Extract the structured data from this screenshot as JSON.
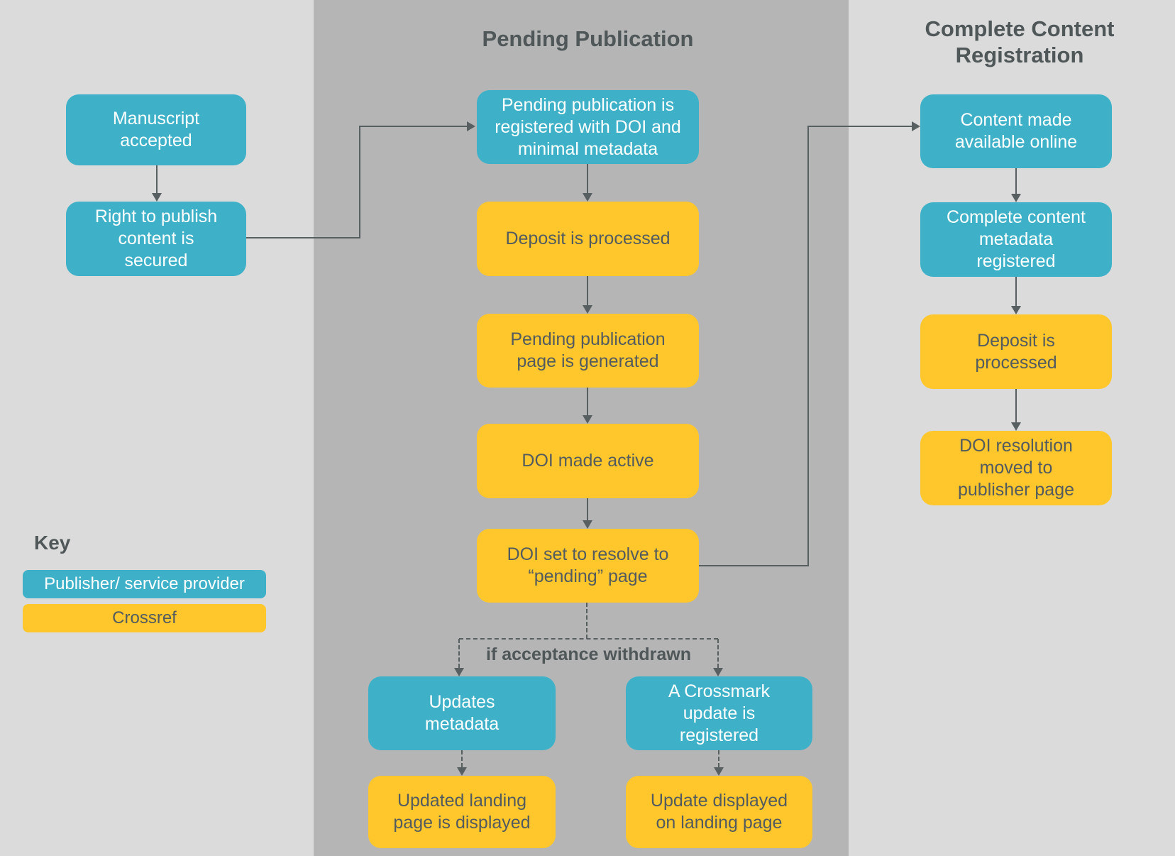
{
  "titles": {
    "pending": "Pending Publication",
    "complete": "Complete Content\nRegistration"
  },
  "condition_label": "if acceptance withdrawn",
  "key": {
    "heading": "Key",
    "publisher_label": "Publisher/ service provider",
    "crossref_label": "Crossref"
  },
  "colors": {
    "publisher_teal": "#3eb1c8",
    "crossref_yellow": "#ffc72c",
    "dark_text": "#535b5e",
    "arrow_gray": "#585f61",
    "outer_background": "#dbdbdb",
    "middle_band_background": "#b5b5b6"
  },
  "nodes": {
    "manuscript_accepted": {
      "text": "Manuscript\naccepted",
      "actor": "publisher"
    },
    "right_to_publish": {
      "text": "Right to publish\ncontent is\nsecured",
      "actor": "publisher"
    },
    "pending_registered": {
      "text": "Pending publication is\nregistered with DOI and\nminimal metadata",
      "actor": "publisher"
    },
    "deposit_processed_pending": {
      "text": "Deposit is processed",
      "actor": "crossref"
    },
    "pending_page_generated": {
      "text": "Pending publication\npage is generated",
      "actor": "crossref"
    },
    "doi_made_active": {
      "text": "DOI made active",
      "actor": "crossref"
    },
    "doi_set_resolve": {
      "text": "DOI set to resolve to\n“pending” page",
      "actor": "crossref"
    },
    "updates_metadata": {
      "text": "Updates\nmetadata",
      "actor": "publisher"
    },
    "crossmark_update": {
      "text": "A Crossmark\nupdate is\nregistered",
      "actor": "publisher"
    },
    "updated_landing_page": {
      "text": "Updated landing\npage is displayed",
      "actor": "crossref"
    },
    "update_displayed": {
      "text": "Update displayed\non landing page",
      "actor": "crossref"
    },
    "content_available": {
      "text": "Content made\navailable online",
      "actor": "publisher"
    },
    "complete_metadata_registered": {
      "text": "Complete content\nmetadata\nregistered",
      "actor": "publisher"
    },
    "deposit_processed_complete": {
      "text": "Deposit is\nprocessed",
      "actor": "crossref"
    },
    "doi_resolution_moved": {
      "text": "DOI resolution\nmoved to\npublisher page",
      "actor": "crossref"
    }
  }
}
